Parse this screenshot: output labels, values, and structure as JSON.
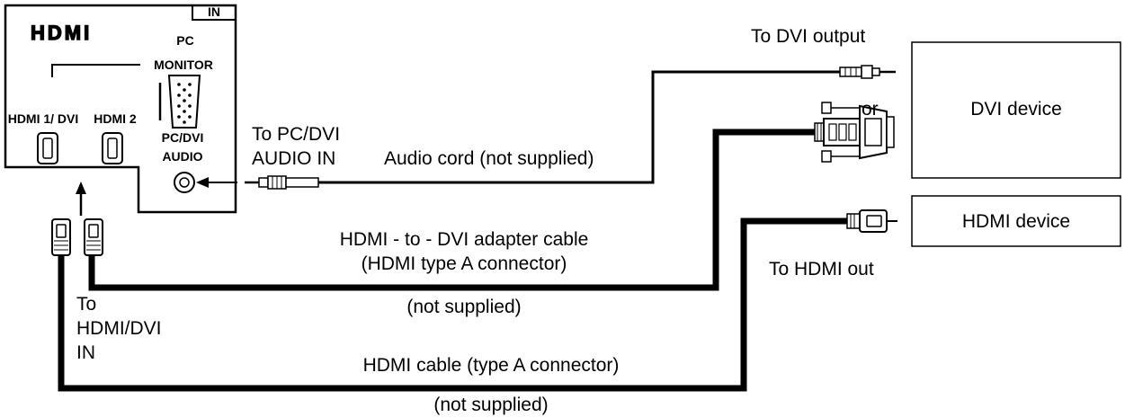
{
  "panel": {
    "logo": "HDMI",
    "in_tag": "IN",
    "pc_monitor_line1": "PC",
    "pc_monitor_line2": "MONITOR",
    "hdmi1_label": "HDMI 1/ DVI",
    "hdmi2_label": "HDMI 2",
    "pc_dvi_audio_line1": "PC/DVI",
    "pc_dvi_audio_line2": "AUDIO"
  },
  "labels": {
    "to_dvi_output": "To DVI output",
    "or": "or",
    "to_pc_dvi_audio_in_line1": "To PC/DVI",
    "to_pc_dvi_audio_in_line2": "AUDIO IN",
    "audio_cord": "Audio cord (not supplied)",
    "adapter_cable_line1": "HDMI - to - DVI adapter cable",
    "adapter_cable_line2": "(HDMI type A connector)",
    "adapter_not_supplied": "(not supplied)",
    "to_hdmi_out": "To HDMI out",
    "to_hdmi_dvi_in_line1": "To",
    "to_hdmi_dvi_in_line2": "HDMI/DVI",
    "to_hdmi_dvi_in_line3": "IN",
    "hdmi_cable": "HDMI cable (type A connector)",
    "hdmi_cable_not_supplied": "(not supplied)"
  },
  "devices": {
    "dvi_device": "DVI device",
    "hdmi_device": "HDMI device"
  }
}
